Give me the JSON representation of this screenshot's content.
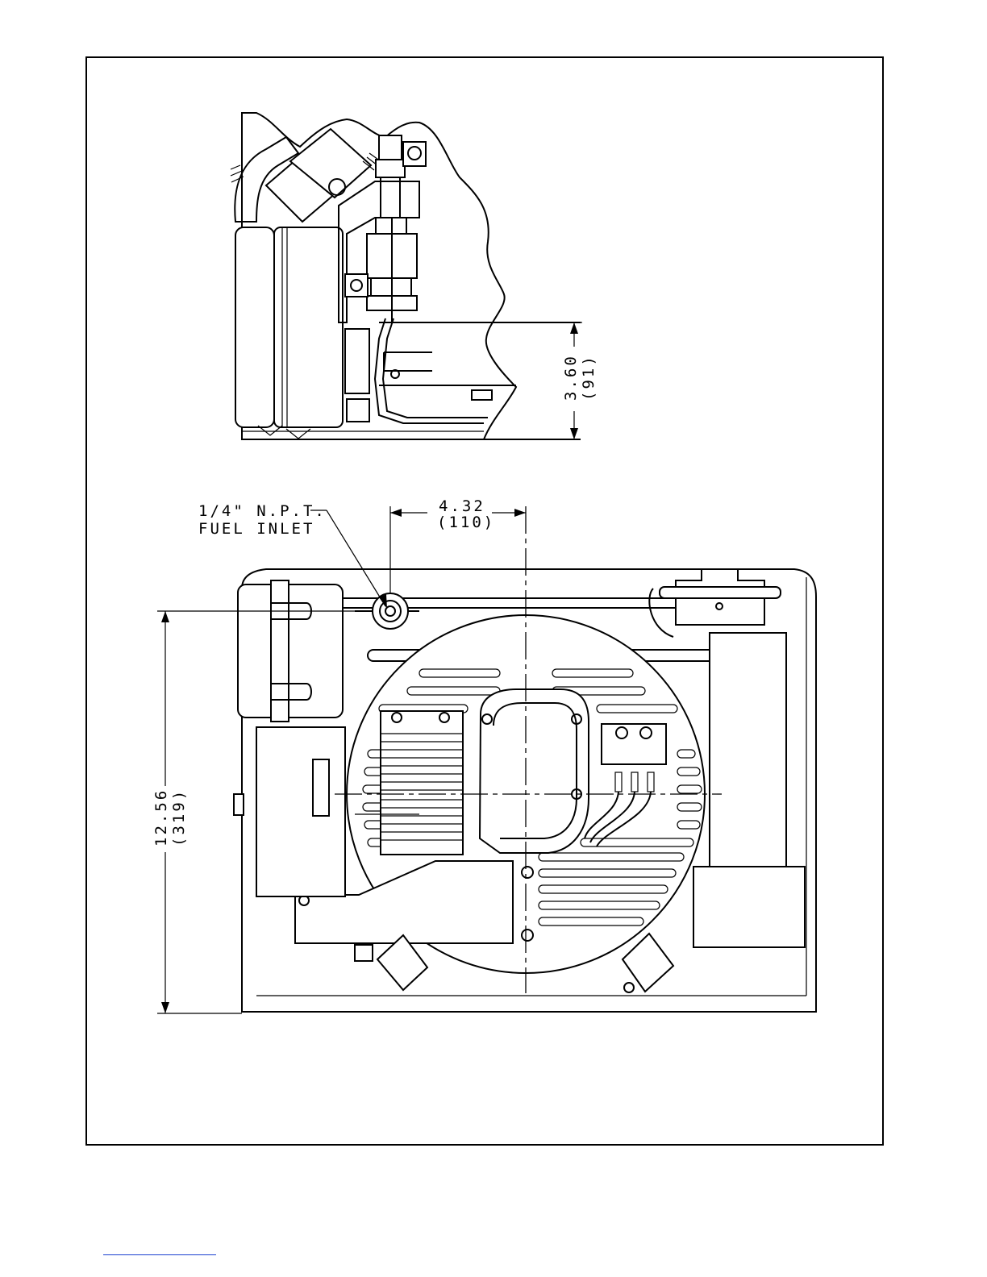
{
  "dimensions": {
    "height_side": {
      "value": "3.60",
      "metric": "(91)"
    },
    "inlet_offset": {
      "value": "4.32",
      "metric": "(110)"
    },
    "height_front": {
      "value": "12.56",
      "metric": "(319)"
    }
  },
  "callouts": {
    "fuel_inlet_line1": "1/4\" N.P.T.",
    "fuel_inlet_line2": "FUEL INLET"
  },
  "colors": {
    "ink": "#000000",
    "paper": "#ffffff",
    "footer_rule": "#1a3fd0"
  }
}
